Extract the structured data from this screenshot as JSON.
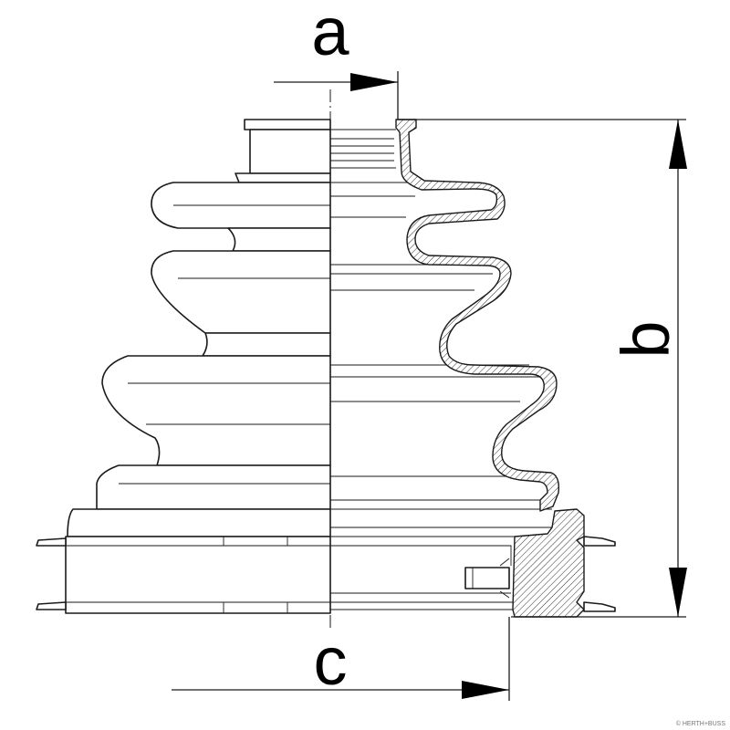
{
  "dimensions": {
    "a": "a",
    "b": "b",
    "c": "c"
  },
  "watermark": "© HERTH+BUSS"
}
